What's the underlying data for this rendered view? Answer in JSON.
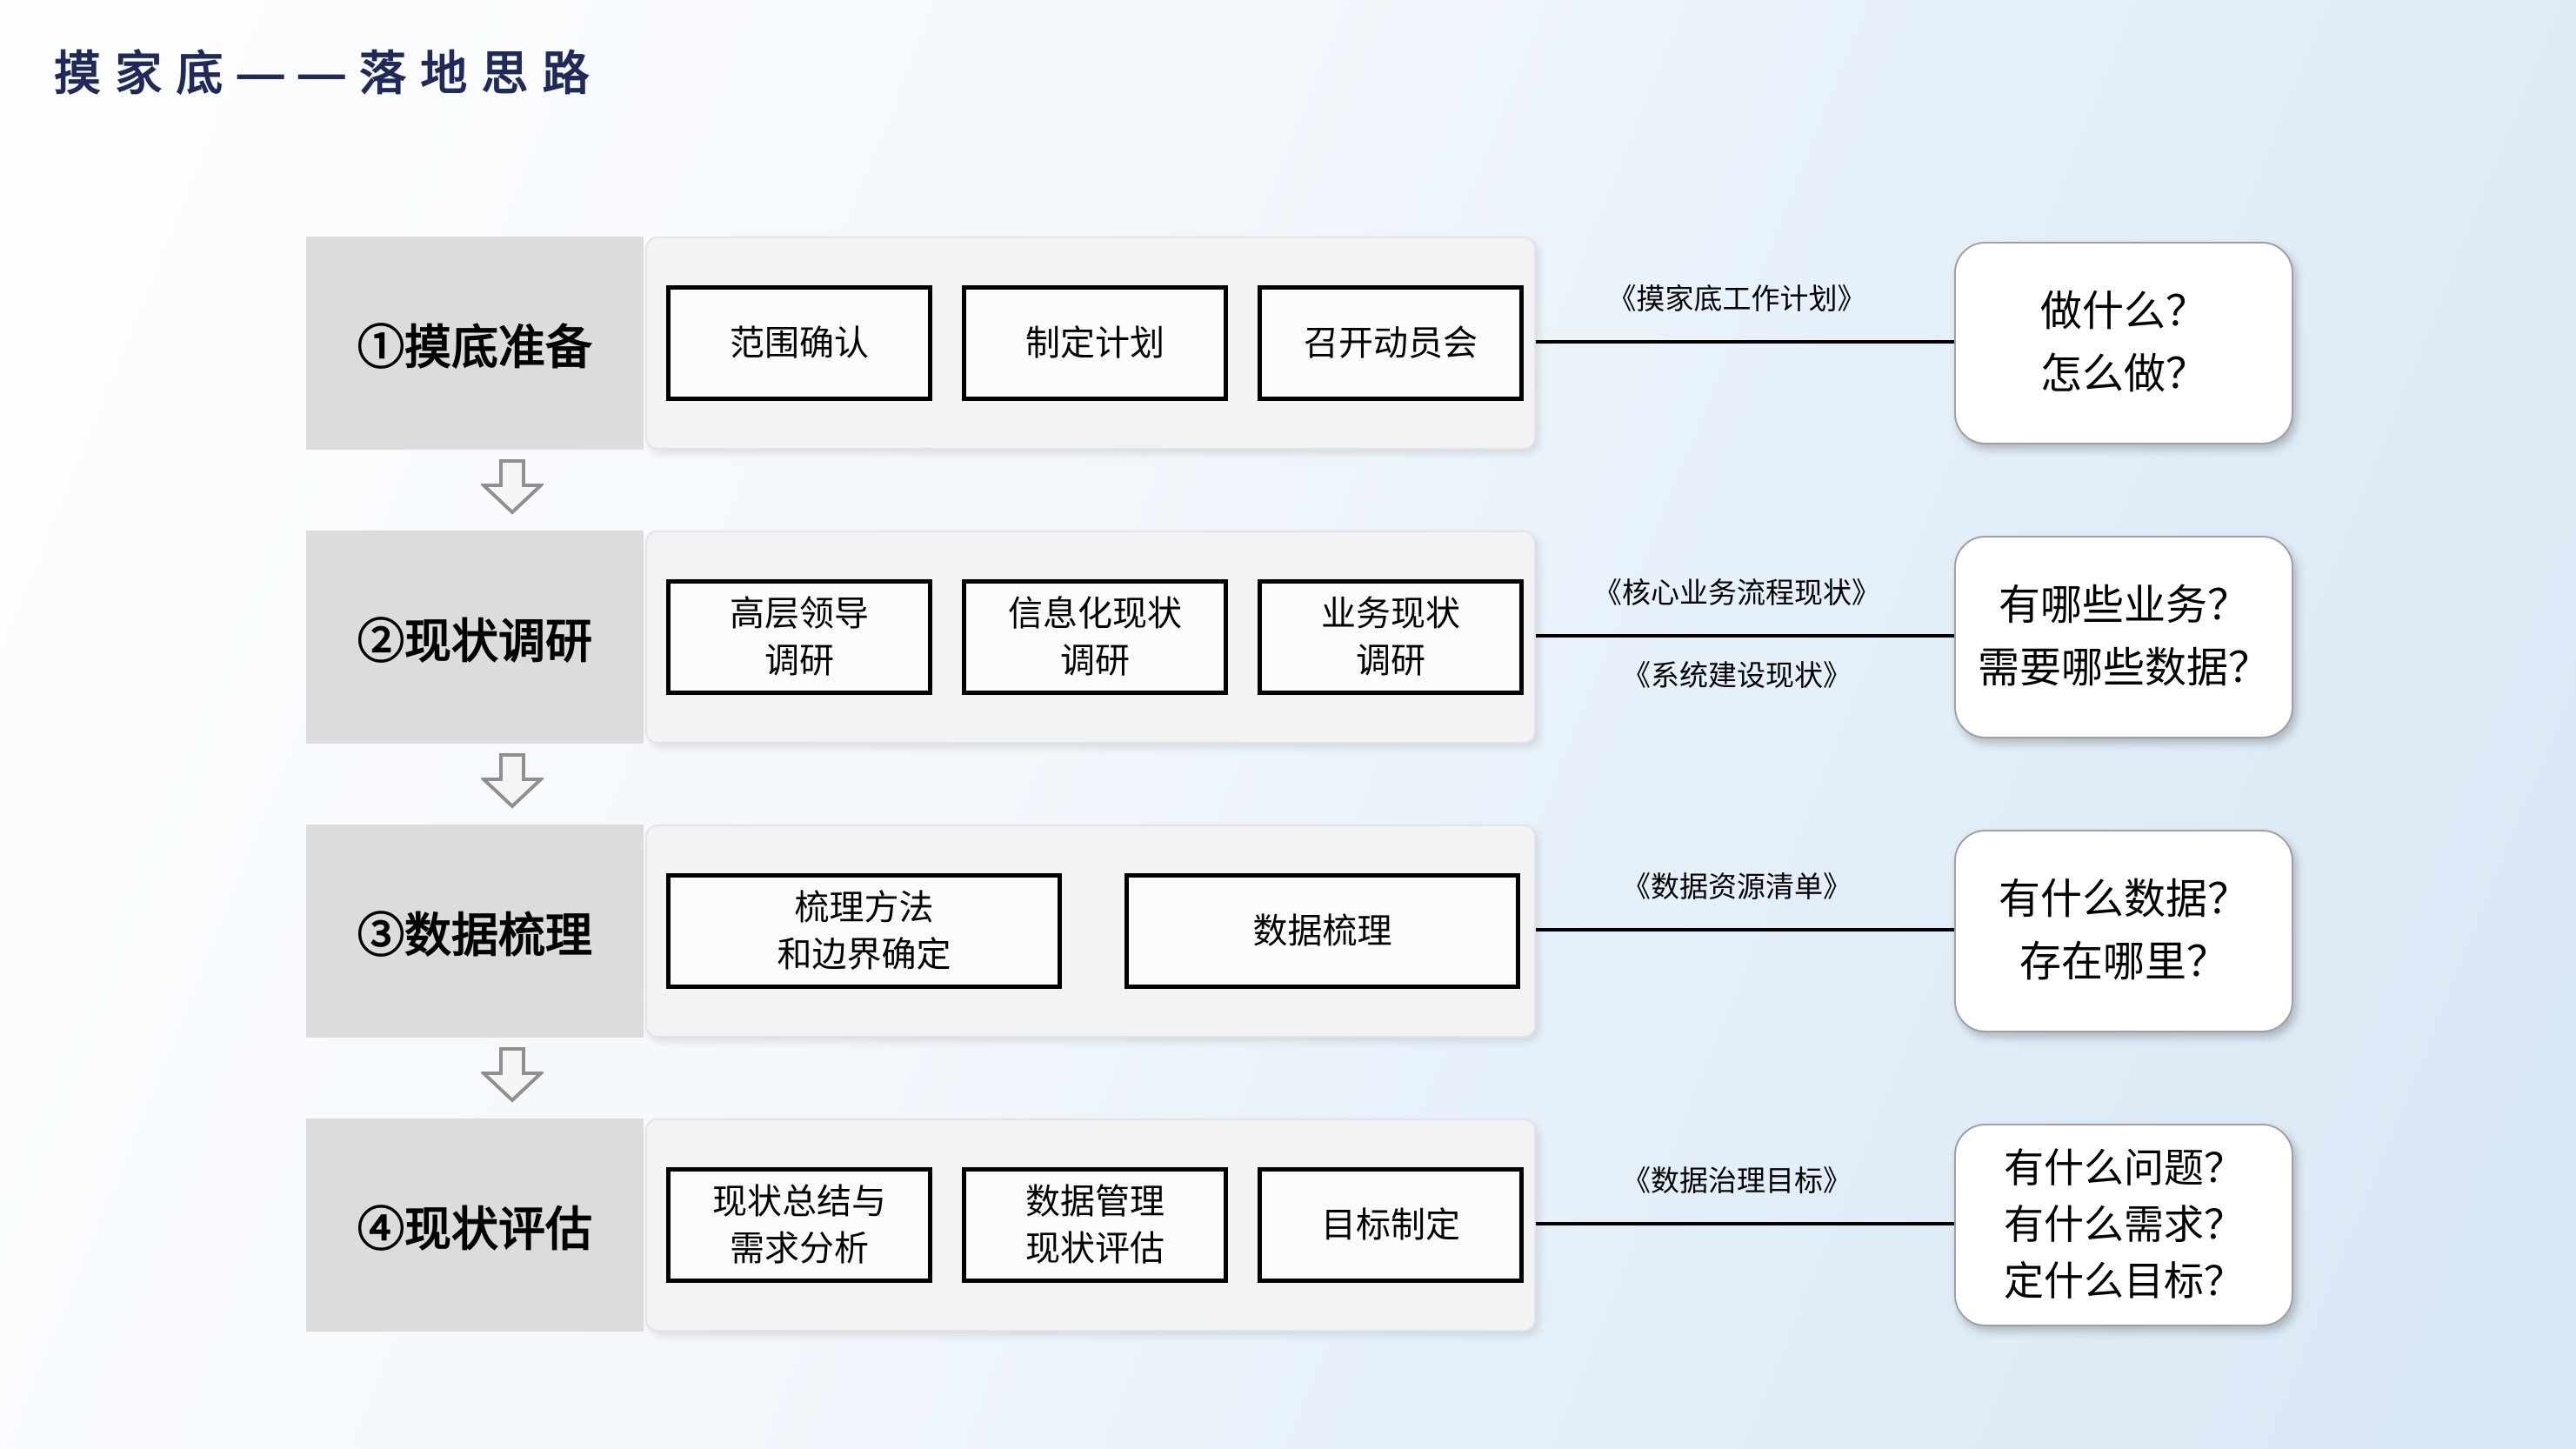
{
  "title": "摸家底——落地思路",
  "colors": {
    "title_navy": "#1f2a5a",
    "label_gray": "#dcdcdc",
    "panel_gray": "#f2f3f5",
    "step_border": "#000000",
    "background_blue": "#d7e7f4"
  },
  "rows": [
    {
      "label": "①摸底准备",
      "steps": [
        {
          "lines": [
            "范围确认"
          ]
        },
        {
          "lines": [
            "制定计划"
          ]
        },
        {
          "lines": [
            "召开动员会"
          ]
        }
      ],
      "doc_above": "《摸家底工作计划》",
      "doc_below": "",
      "questions": [
        "做什么？",
        "怎么做？"
      ]
    },
    {
      "label": "②现状调研",
      "steps": [
        {
          "lines": [
            "高层领导",
            "调研"
          ]
        },
        {
          "lines": [
            "信息化现状",
            "调研"
          ]
        },
        {
          "lines": [
            "业务现状",
            "调研"
          ]
        }
      ],
      "doc_above": "《核心业务流程现状》",
      "doc_below": "《系统建设现状》",
      "questions": [
        "有哪些业务？",
        "需要哪些数据？"
      ]
    },
    {
      "label": "③数据梳理",
      "steps": [
        {
          "lines": [
            "梳理方法",
            "和边界确定"
          ]
        },
        {
          "lines": [
            "数据梳理"
          ]
        }
      ],
      "doc_above": "《数据资源清单》",
      "doc_below": "",
      "questions": [
        "有什么数据？",
        "存在哪里？"
      ]
    },
    {
      "label": "④现状评估",
      "steps": [
        {
          "lines": [
            "现状总结与",
            "需求分析"
          ]
        },
        {
          "lines": [
            "数据管理",
            "现状评估"
          ]
        },
        {
          "lines": [
            "目标制定"
          ]
        }
      ],
      "doc_above": "《数据治理目标》",
      "doc_below": "",
      "questions": [
        "有什么问题？",
        "有什么需求？",
        "定什么目标？"
      ]
    }
  ]
}
